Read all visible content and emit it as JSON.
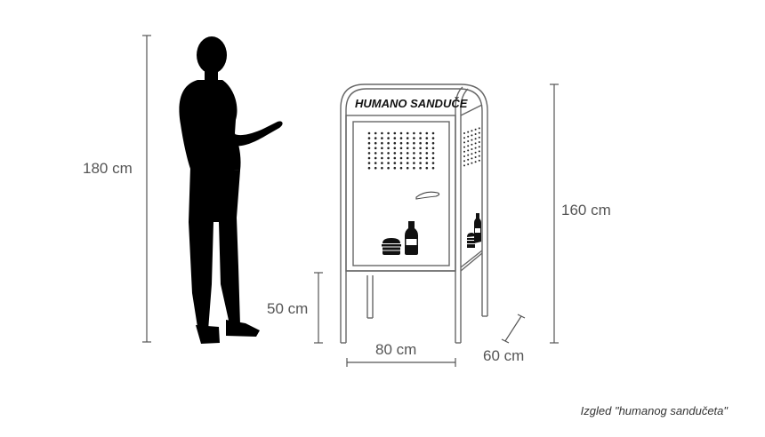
{
  "box": {
    "title": "HUMANO SANDUČE",
    "icons": [
      "hamburger-icon",
      "bottle-icon"
    ]
  },
  "dimensions": {
    "person_height": "180 cm",
    "box_height": "160 cm",
    "leg_height": "50 cm",
    "box_width": "80 cm",
    "box_depth": "60 cm"
  },
  "caption": "Izgled \"humanog sandučeta\"",
  "colors": {
    "silhouette": "#000000",
    "lines": "#555555",
    "text": "#555555"
  }
}
